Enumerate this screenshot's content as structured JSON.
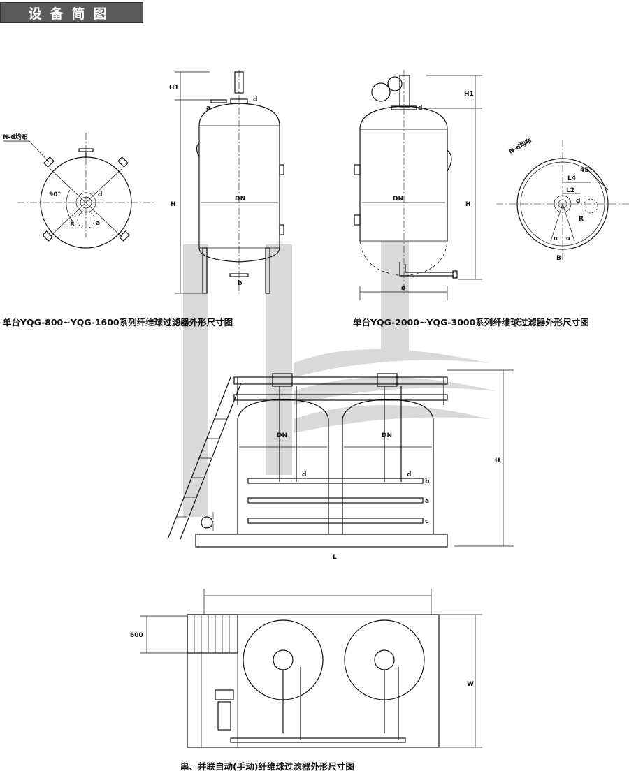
{
  "header": {
    "title": "设备简图"
  },
  "captions": {
    "single_small": "单台YQG-800~YQG-1600系列纤维球过滤器外形尺寸图",
    "single_large": "单台YQG-2000~YQG-3000系列纤维球过滤器外形尺寸图",
    "series_parallel": "串、并联自动(手动)纤维球过滤器外形尺寸图"
  },
  "labels": {
    "n_d": "N-d均布",
    "angle90": "90°",
    "angle45": "45°",
    "R": "R",
    "a": "a",
    "b": "b",
    "c": "c",
    "d": "d",
    "H1": "H1",
    "H": "H",
    "DN": "DN",
    "phi": "ø",
    "L": "L",
    "L2": "L2",
    "L4": "L4",
    "alpha": "α",
    "B": "B",
    "W": "W",
    "dim600": "600"
  }
}
